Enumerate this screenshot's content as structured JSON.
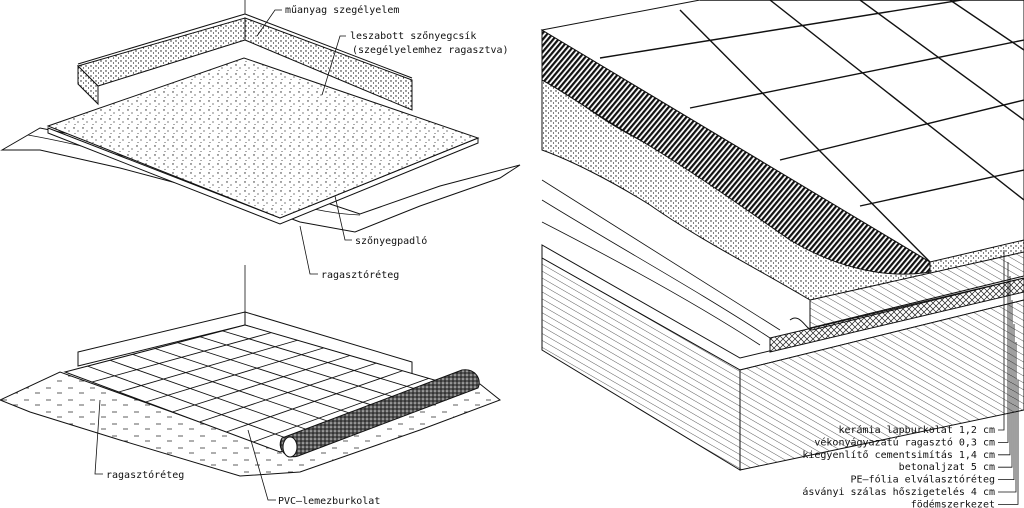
{
  "top_left": {
    "label_border": "műanyag szegélyelem",
    "label_strip_1": "leszabott szőnyegcsík",
    "label_strip_2": "(szegélyelemhez ragasztva)",
    "label_carpet": "szőnyegpadló",
    "label_adhesive": "ragasztóréteg"
  },
  "bottom_left": {
    "label_adhesive": "ragasztóréteg",
    "label_pvc": "PVC–lemezburkolat"
  },
  "right": {
    "layers": [
      "kerámia lapburkolat 1,2 cm",
      "vékonyágyazatú ragasztó 0,3 cm",
      "kiegyenlítő cementsimítás 1,4 cm",
      "betonaljzat 5 cm",
      "PE–fólia elválasztóréteg",
      "ásványi szálas hőszigetelés 4 cm",
      "födémszerkezet"
    ]
  }
}
